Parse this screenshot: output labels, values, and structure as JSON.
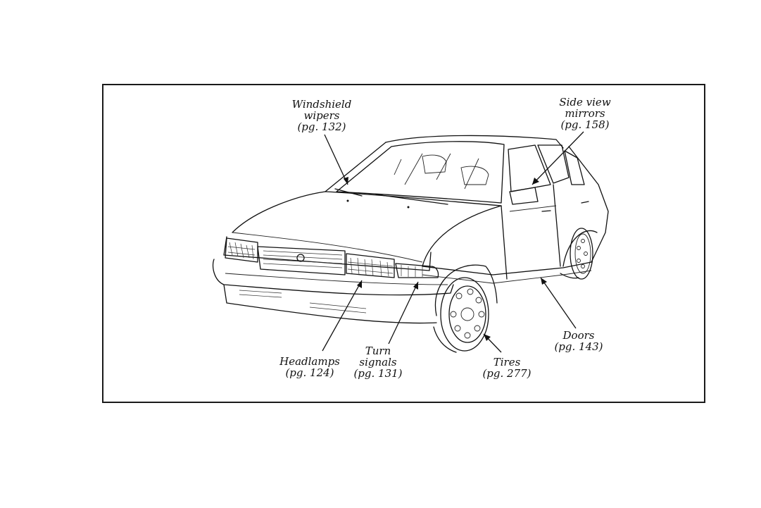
{
  "callouts": {
    "windshield_wipers": {
      "line1": "Windshield",
      "line2": "wipers",
      "line3": "(pg. 132)"
    },
    "side_view_mirrors": {
      "line1": "Side view",
      "line2": "mirrors",
      "line3": "(pg. 158)"
    },
    "headlamps": {
      "line1": "Headlamps",
      "line2": "(pg. 124)"
    },
    "turn_signals": {
      "line1": "Turn",
      "line2": "signals",
      "line3": "(pg. 131)"
    },
    "tires": {
      "line1": "Tires",
      "line2": "(pg. 277)"
    },
    "doors": {
      "line1": "Doors",
      "line2": "(pg. 143)"
    }
  },
  "colors": {
    "ink": "#111111",
    "paper": "#ffffff"
  }
}
